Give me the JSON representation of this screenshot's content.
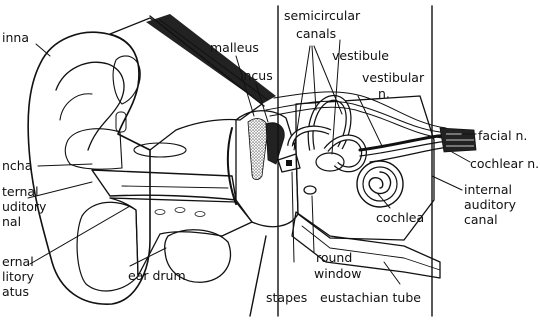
{
  "diagram": {
    "labels": {
      "pinna": "inna",
      "concha": "ncha",
      "ext_canal_1": "ternal",
      "ext_canal_2": "uditory",
      "ext_canal_3": "nal",
      "ext_meatus_1": "ernal",
      "ext_meatus_2": "litory",
      "ext_meatus_3": "atus",
      "ear_drum": "ear drum",
      "malleus": "malleus",
      "incus": "incus",
      "semicircular_1": "semicircular",
      "semicircular_2": "canals",
      "vestibule": "vestibule",
      "vestibular_1": "vestibular",
      "vestibular_2": "n.",
      "facial": "facial n.",
      "cochlear_n": "cochlear n.",
      "int_canal_1": "internal",
      "int_canal_2": "auditory",
      "int_canal_3": "canal",
      "cochlea": "cochlea",
      "round_1": "round",
      "round_2": "window",
      "stapes": "stapes",
      "eustachian": "eustachian tube"
    },
    "colors": {
      "ink": "#111111",
      "background": "#ffffff"
    }
  }
}
